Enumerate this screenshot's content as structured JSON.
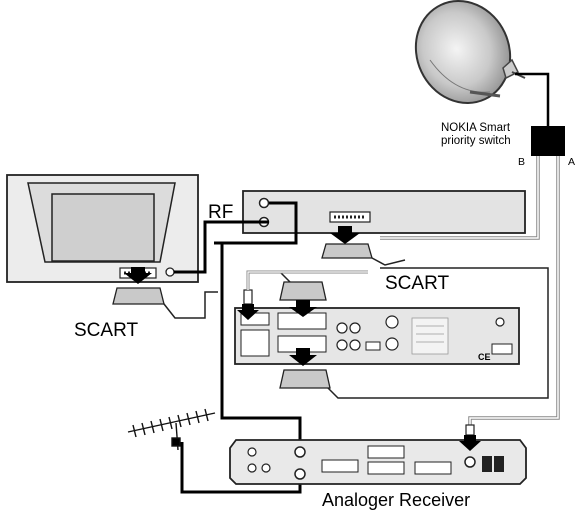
{
  "labels": {
    "switch_line1": "NOKIA Smart",
    "switch_line2": "priority switch",
    "switch_port_b": "B",
    "switch_port_a": "A",
    "rf": "RF",
    "scart_left": "SCART",
    "scart_right": "SCART",
    "analog_receiver": "Analoger Receiver",
    "ce_mark": "CE"
  }
}
